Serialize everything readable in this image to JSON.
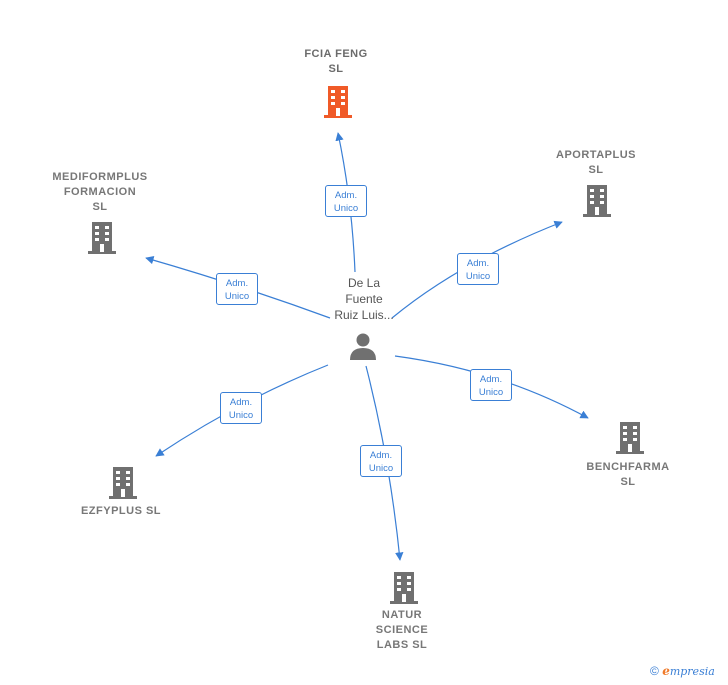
{
  "center": {
    "label": "De La\nFuente\nRuiz Luis..."
  },
  "edges": [
    {
      "target": "fcia",
      "label": "Adm.\nUnico"
    },
    {
      "target": "mediform",
      "label": "Adm.\nUnico"
    },
    {
      "target": "aportaplus",
      "label": "Adm.\nUnico"
    },
    {
      "target": "benchfarma",
      "label": "Adm.\nUnico"
    },
    {
      "target": "natur",
      "label": "Adm.\nUnico"
    },
    {
      "target": "ezfy",
      "label": "Adm.\nUnico"
    }
  ],
  "companies": {
    "fcia": {
      "label": "FCIA FENG\nSL"
    },
    "mediform": {
      "label": "MEDIFORMPLUS\nFORMACION\nSL"
    },
    "aportaplus": {
      "label": "APORTAPLUS\nSL"
    },
    "benchfarma": {
      "label": "BENCHFARMA\nSL"
    },
    "natur": {
      "label": "NATUR\nSCIENCE\nLABS  SL"
    },
    "ezfy": {
      "label": "EZFYPLUS  SL"
    }
  },
  "colors": {
    "edge": "#3a7fd5",
    "building": "#707070",
    "building_focus": "#f05a28",
    "person": "#707070"
  },
  "footer": {
    "copyright": "©",
    "brand_initial": "e",
    "brand_rest": "mpresia"
  }
}
